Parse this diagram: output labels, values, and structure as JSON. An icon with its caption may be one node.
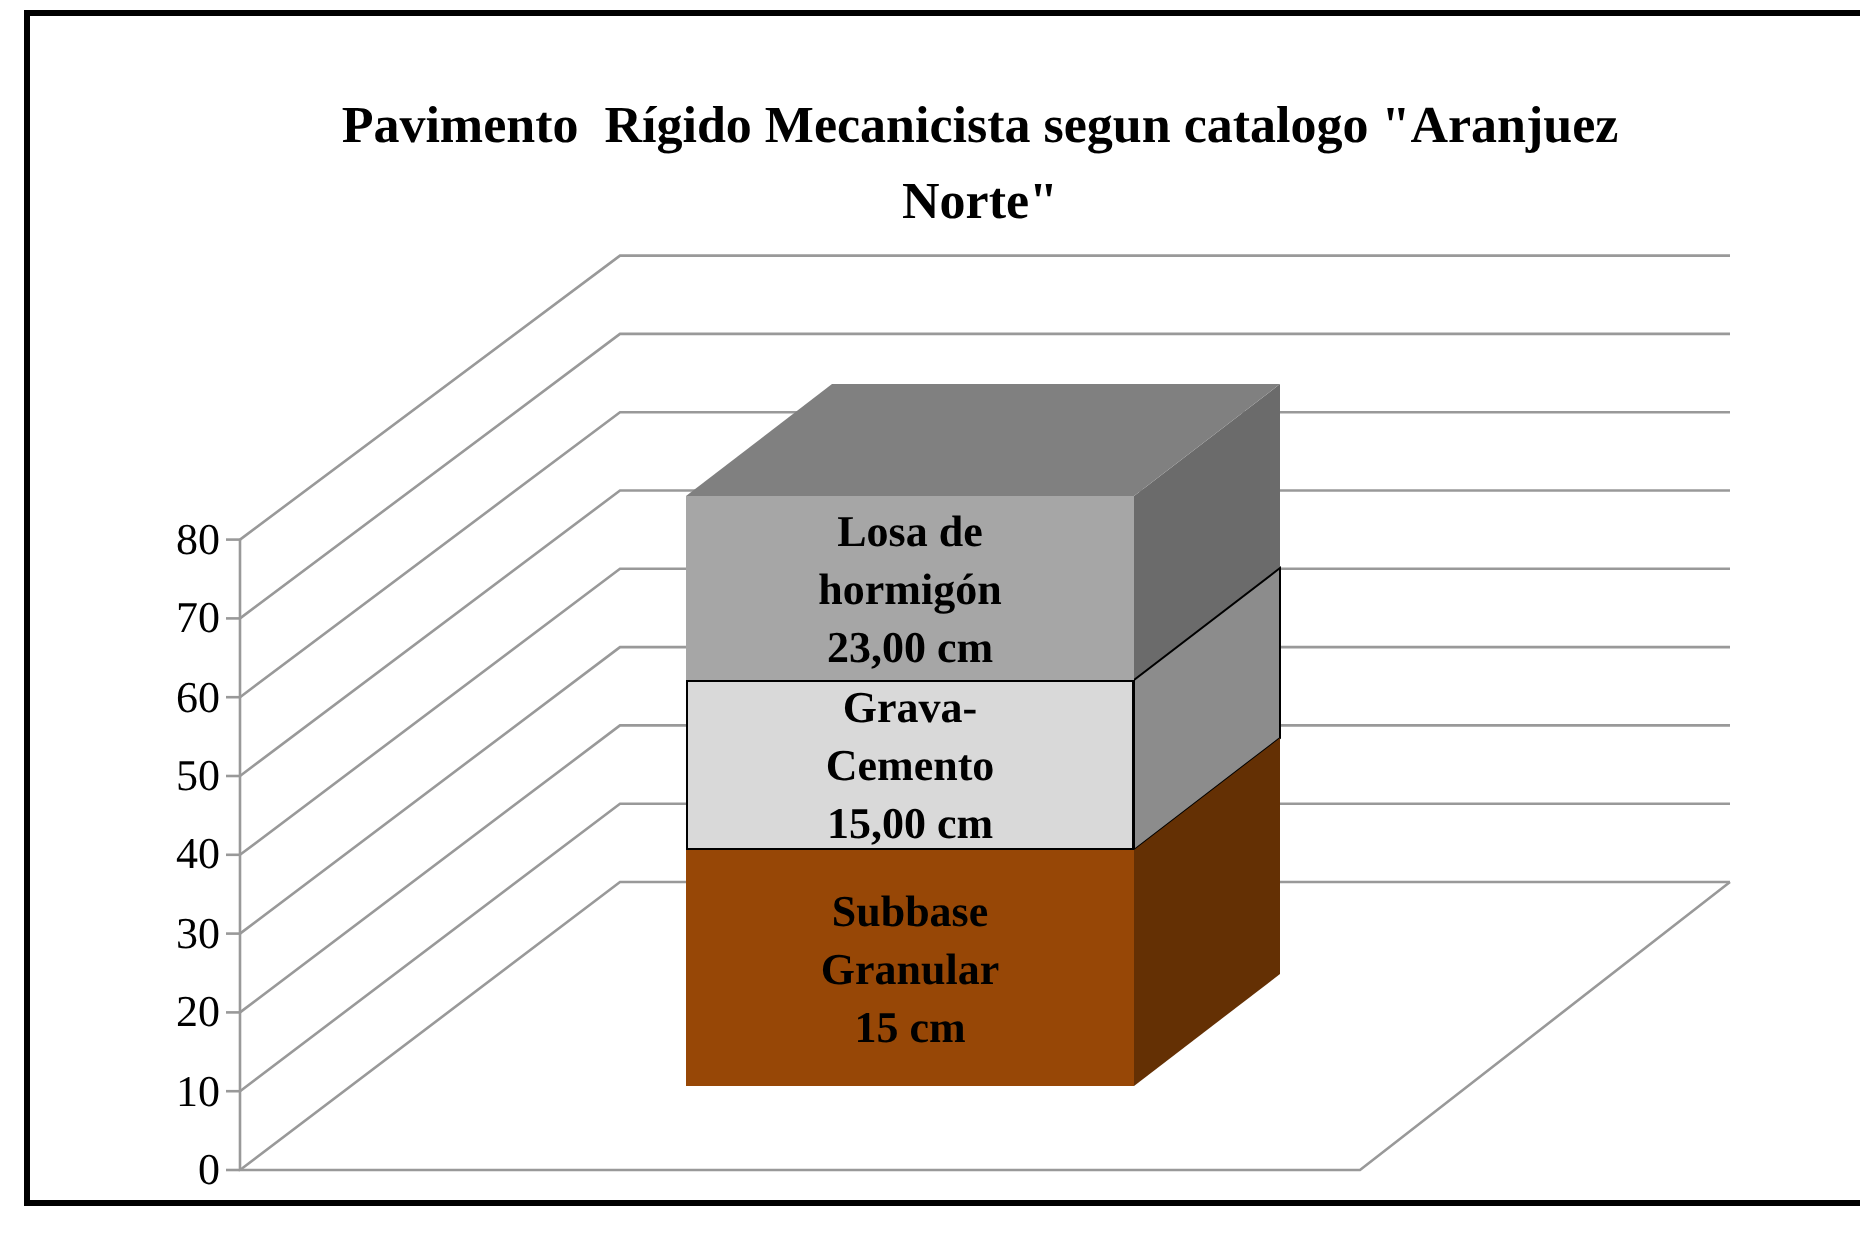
{
  "diagram": {
    "title": "Pavimento  Rígido Mecanicista segun catalogo \"Aranjuez Norte\"",
    "nodes": [
      {
        "text": [
          "Losa de hormigón 23,00 cm"
        ]
      },
      {
        "text": [
          "Grava-Cemento 15,00 cm"
        ]
      },
      {
        "text": [
          "Subbase Granular 15 cm"
        ]
      }
    ],
    "labels": [
      "80",
      "70",
      "60",
      "50",
      "40",
      "30",
      "20",
      "10",
      "0"
    ]
  }
}
